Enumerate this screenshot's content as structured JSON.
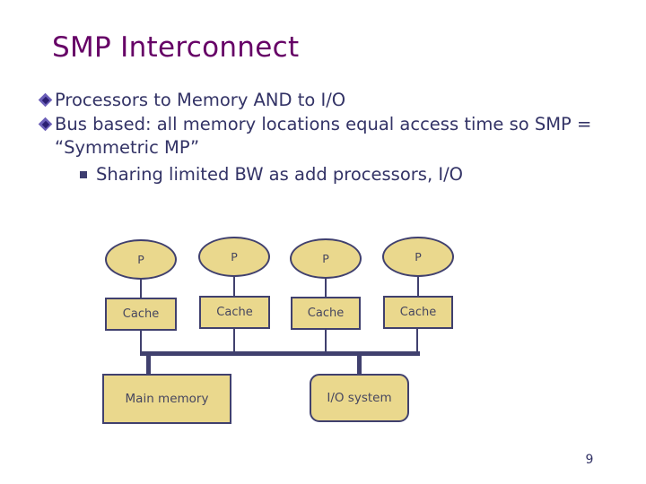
{
  "slide": {
    "title": "SMP Interconnect",
    "page_number": "9",
    "title_color": "#660066",
    "body_color": "#333366",
    "background_color": "#ffffff"
  },
  "bullets": [
    {
      "level": 1,
      "marker": "diamond-bullet-icon",
      "text": "Processors to Memory AND to I/O"
    },
    {
      "level": 1,
      "marker": "diamond-bullet-icon",
      "text": "Bus based: all memory locations equal access time so SMP = “Symmetric MP”"
    },
    {
      "level": 2,
      "marker": "square-bullet-icon",
      "text": "Sharing limited BW as add processors, I/O"
    }
  ],
  "diagram": {
    "fill_color": "#ead88d",
    "stroke_color": "#40406e",
    "processors": [
      {
        "label": "P"
      },
      {
        "label": "P"
      },
      {
        "label": "P"
      },
      {
        "label": "P"
      }
    ],
    "caches": [
      {
        "label": "Cache"
      },
      {
        "label": "Cache"
      },
      {
        "label": "Cache"
      },
      {
        "label": "Cache"
      }
    ],
    "main_memory": {
      "label": "Main memory"
    },
    "io_system": {
      "label": "I/O system"
    }
  }
}
